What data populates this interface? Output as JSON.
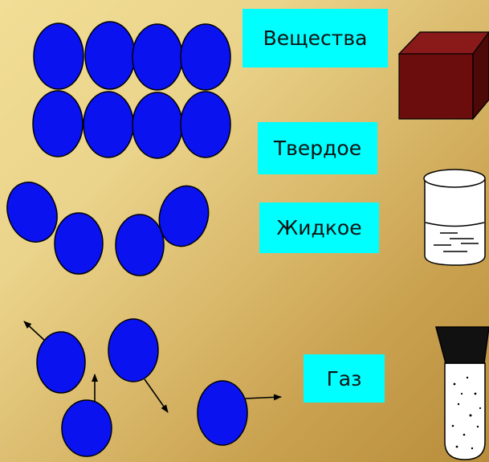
{
  "labels": {
    "substances": "Вещества",
    "solid": "Твердое",
    "liquid": "Жидкое",
    "gas": "Газ"
  },
  "colors": {
    "particle": "#0a12f0",
    "label_bg": "#00ffff",
    "cube": "#6b0d0d"
  },
  "icons": [
    "solid-cube-icon",
    "liquid-beaker-icon",
    "gas-test-tube-icon"
  ]
}
